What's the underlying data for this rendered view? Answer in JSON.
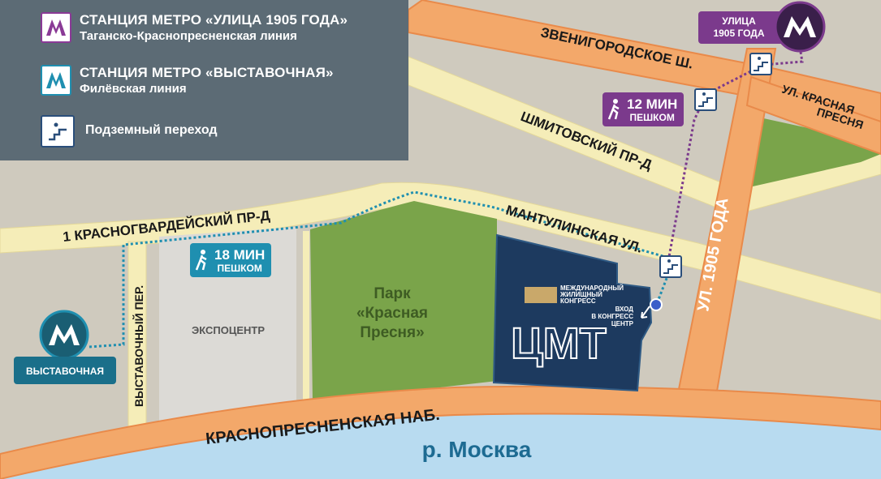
{
  "legend": {
    "items": [
      {
        "title": "СТАНЦИЯ МЕТРО «УЛИЦА 1905 ГОДА»",
        "subtitle": "Таганско-Краснопресненская линия",
        "color": "#8a3a96",
        "icon": "metro-m-icon"
      },
      {
        "title": "СТАНЦИЯ МЕТРО «ВЫСТАВОЧНАЯ»",
        "subtitle": "Филёвская линия",
        "color": "#1f8fb0",
        "icon": "metro-m-icon"
      },
      {
        "title": "Подземный переход",
        "icon": "underpass-icon"
      }
    ]
  },
  "streets": {
    "zvenigorodskoe": "ЗВЕНИГОРОДСКОЕ Ш.",
    "shmitovsky": "ШМИТОВСКИЙ ПР-Д",
    "krasnogvardeysky": "1 КРАСНОГВАРДЕЙСКИЙ ПР-Д",
    "mantulinskaya": "МАНТУЛИНСКАЯ УЛ.",
    "ulitsa1905": "УЛ. 1905 ГОДА",
    "krasnaya_presnya": [
      "УЛ. КРАСНАЯ",
      "ПРЕСНЯ"
    ],
    "vystavochny": "ВЫСТАВОЧНЫЙ ПЕР.",
    "naberezhnaya": "КРАСНОПРЕСНЕНСКАЯ НАБ."
  },
  "places": {
    "expocentre": "ЭКСПОЦЕНТР",
    "park": [
      "Парк",
      "«Красная",
      "Пресня»"
    ],
    "cmt": "ЦМТ",
    "congress": [
      "МЕЖДУНАРОДНЫЙ",
      "ЖИЛИЩНЫЙ",
      "КОНГРЕСС"
    ],
    "entrance": [
      "ВХОД",
      "В КОНГРЕСС",
      "ЦЕНТР"
    ],
    "river": "р. Москва"
  },
  "stations": {
    "ulitsa1905": {
      "label": [
        "УЛИЦА",
        "1905 ГОДА"
      ],
      "color": "#8a3a96"
    },
    "vystavochnaya": {
      "label": "ВЫСТАВОЧНАЯ",
      "color": "#1f8fb0"
    }
  },
  "walks": {
    "purple": {
      "minutes": "12 МИН",
      "word": "ПЕШКОМ",
      "color": "#7b3a8c"
    },
    "teal": {
      "minutes": "18 МИН",
      "word": "ПЕШКОМ",
      "color": "#1f8fb0"
    }
  },
  "colors": {
    "main_road": "#f3a86a",
    "main_road_edge": "#e98a4a",
    "minor_road": "#f5edb8",
    "block": "#cfcabe",
    "park": "#7aa44a",
    "river": "#b8dbf0",
    "building": "#1d3a5f"
  }
}
